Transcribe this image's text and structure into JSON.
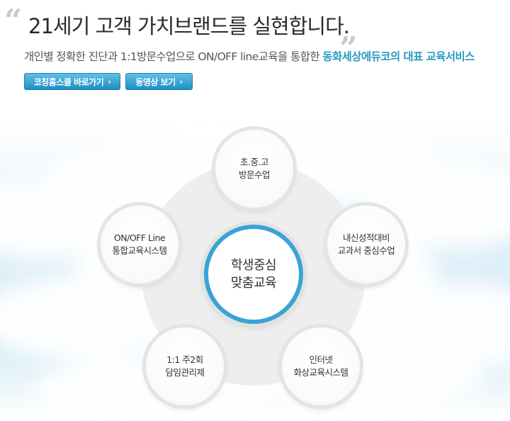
{
  "header": {
    "quote_open": "“",
    "quote_close": "„",
    "title": "21세기 고객 가치브랜드를 실현합니다.",
    "sub_prefix": "개인별 정확한 진단과 1:1방문수업으로 ON/OFF line교육을 통합한 ",
    "sub_highlight": "동화세상에듀코의 대표 교육서비스"
  },
  "buttons": {
    "coaching_label": "코칭홈스쿨 바로가기",
    "video_label": "동영상 보기",
    "chevron": "›"
  },
  "diagram": {
    "center": {
      "line1": "학생중심",
      "line2": "맞춤교육"
    },
    "nodes": {
      "top": {
        "line1": "초.중.고",
        "line2": "방문수업"
      },
      "right": {
        "line1": "내신성적대비",
        "line2": "교과서 중심수업"
      },
      "bottom_right": {
        "line1": "인터넷",
        "line2": "화상교육시스템"
      },
      "bottom_left": {
        "line1": "1:1 주2회",
        "line2": "담임관리제"
      },
      "left": {
        "line1": "ON/OFF Line",
        "line2": "통합교육시스템"
      }
    }
  },
  "colors": {
    "accent": "#2a9bc4",
    "button": "#1e8fc4",
    "ring": "#3aa3d6",
    "sky": "#d8ecf7"
  }
}
